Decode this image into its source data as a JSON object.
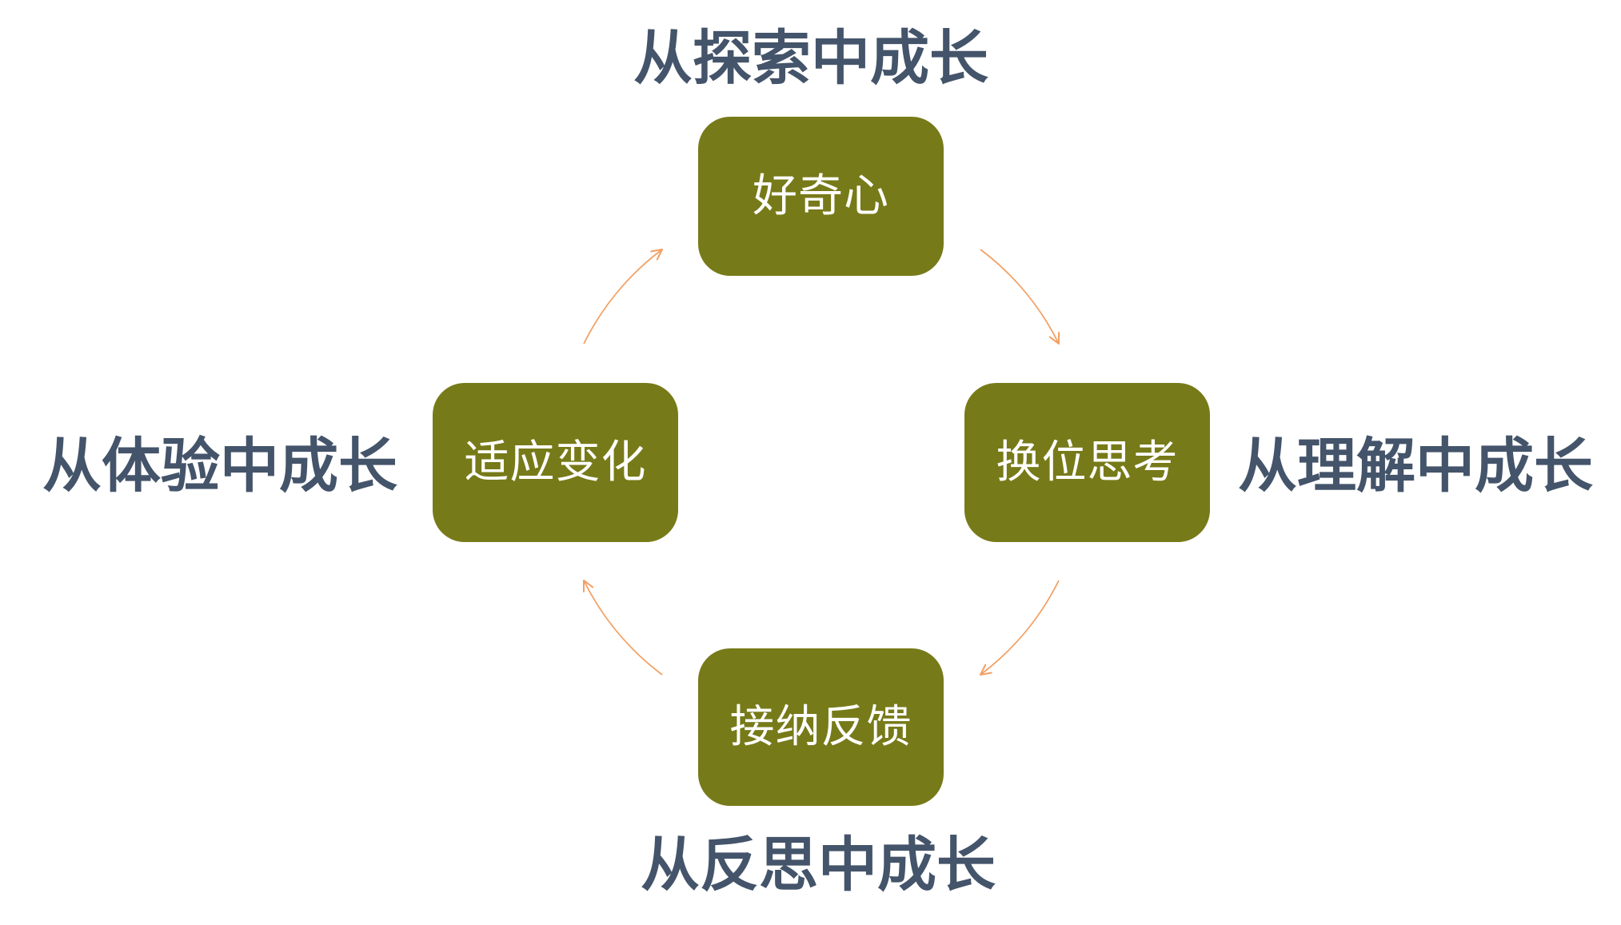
{
  "diagram": {
    "top": {
      "node": "好奇心",
      "caption": "从探索中成长"
    },
    "right": {
      "node": "换位思考",
      "caption": "从理解中成长"
    },
    "bottom": {
      "node": "接纳反馈",
      "caption": "从反思中成长"
    },
    "left": {
      "node": "适应变化",
      "caption": "从体验中成长"
    }
  },
  "colors": {
    "node_fill": "#777A18",
    "node_text": "#FFFFFF",
    "caption_text": "#44546A",
    "arrow": "#F2A064",
    "background": "#FFFFFF"
  }
}
